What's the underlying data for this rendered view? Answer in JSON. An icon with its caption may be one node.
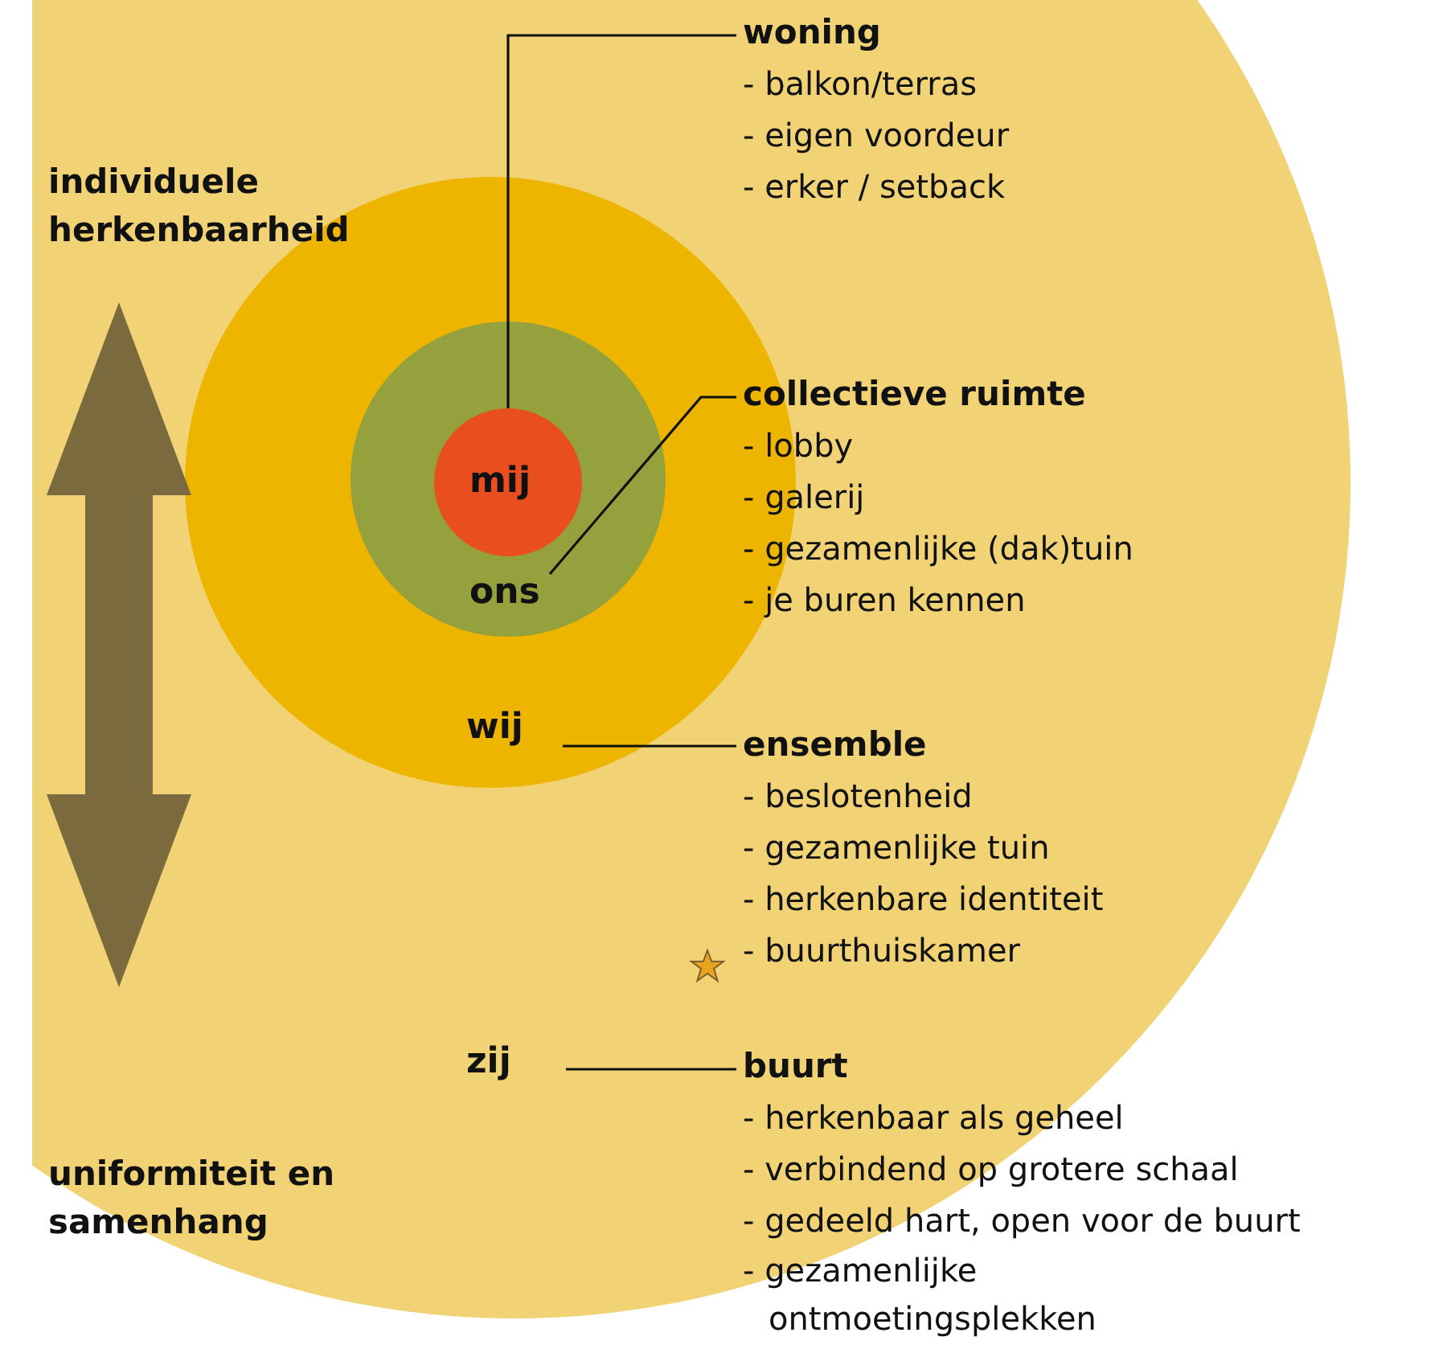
{
  "diagram": {
    "nodes": [
      {
        "text": [
          "zij"
        ]
      },
      {
        "text": [
          "wij"
        ],
        "in": 0
      },
      {
        "text": [
          "ons"
        ],
        "in": 1
      },
      {
        "text": [
          "mij"
        ],
        "in": 2
      },
      {
        "text": [
          "woning",
          "- balkon/terras",
          "- eigen voordeur",
          "- erker / setback"
        ],
        "in": 0
      },
      {
        "text": [
          "collectieve ruimte",
          "- lobby",
          "- galerij",
          "- gezamenlijke (dak)tuin",
          "- je buren kennen"
        ],
        "in": 0
      },
      {
        "text": [
          "ensemble",
          "- beslotenheid",
          "- gezamenlijke tuin",
          "- herkenbare identiteit",
          "- buurthuiskamer"
        ],
        "in": 0
      },
      {
        "text": [
          "buurt",
          "- herkenbaar als geheel",
          "- verbindend op grotere schaal",
          "- gedeeld hart, open voor de buurt",
          "- gezamenlijke ontmoetingsplekken"
        ]
      }
    ],
    "edges": [
      {
        "from": 4,
        "to": 3,
        "arrow": "none"
      },
      {
        "from": 5,
        "to": 2,
        "arrow": "none"
      },
      {
        "from": 6,
        "to": 1,
        "arrow": "none"
      },
      {
        "from": 7,
        "to": 0,
        "arrow": "none"
      }
    ],
    "labels": [
      "individuele herkenbaarheid",
      "uniformiteit en samenhang"
    ]
  }
}
